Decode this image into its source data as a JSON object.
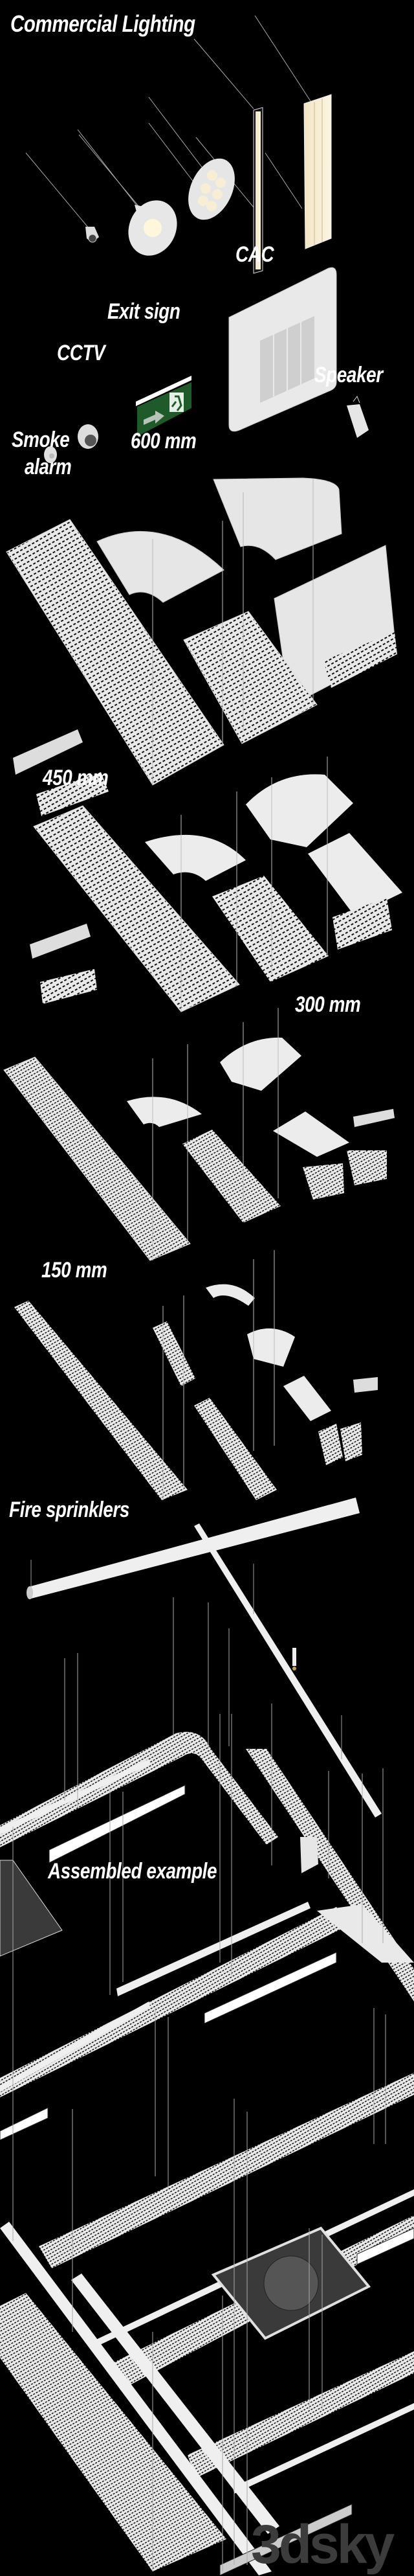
{
  "title": "Commercial Lighting",
  "labels": {
    "commercial_lighting": "Commercial Lighting",
    "cac": "CAC",
    "exit_sign": "Exit sign",
    "cctv": "CCTV",
    "speaker": "Speaker",
    "smoke_alarm_line1": "Smoke",
    "smoke_alarm_line2": "alarm",
    "size_600": "600 mm",
    "size_450": "450 mm",
    "size_300": "300 mm",
    "size_150": "150 mm",
    "fire_sprinklers": "Fire sprinklers",
    "assembled_example": "Assembled example"
  },
  "sections": [
    {
      "id": "lighting",
      "label": "Commercial Lighting",
      "items": [
        "spotlight",
        "pendant-downlight",
        "six-led-round-panel",
        "linear-slim-light",
        "linear-wide-panel"
      ]
    },
    {
      "id": "devices",
      "items": [
        "CAC",
        "Exit sign",
        "CCTV",
        "Speaker",
        "Smoke alarm"
      ]
    },
    {
      "id": "tray-600",
      "label": "600 mm",
      "items": [
        "straight-tray",
        "90-bend",
        "cross-tee",
        "tee",
        "short-straight",
        "coupler",
        "reducer-clip"
      ]
    },
    {
      "id": "tray-450",
      "label": "450 mm",
      "items": [
        "straight-tray",
        "90-bend",
        "cross-tee",
        "tee",
        "short-straight",
        "coupler",
        "reducer-clip"
      ]
    },
    {
      "id": "tray-300",
      "label": "300 mm",
      "items": [
        "straight-tray",
        "90-bend",
        "cross-tee",
        "tee",
        "short-straight",
        "coupler",
        "reducer-clip"
      ]
    },
    {
      "id": "tray-150",
      "label": "150 mm",
      "items": [
        "straight-tray",
        "90-bend",
        "cross-tee",
        "tee",
        "short-straight",
        "coupler",
        "reducer-clip"
      ]
    },
    {
      "id": "sprinklers",
      "label": "Fire sprinklers",
      "items": [
        "main-pipe",
        "branch-pipe",
        "sprinkler-head"
      ]
    },
    {
      "id": "assembled",
      "label": "Assembled example"
    }
  ],
  "exit_sign_colors": {
    "panel": "#1f5a2a",
    "arrow": "#b9c4b9",
    "frame": "#ffffff"
  },
  "accent_colors": {
    "background": "#000000",
    "label": "#ffffff",
    "component": "#e8e8e8",
    "light_glow": "#f6ecd2",
    "watermark": "#3c3c3c"
  },
  "watermark": "3dsky"
}
